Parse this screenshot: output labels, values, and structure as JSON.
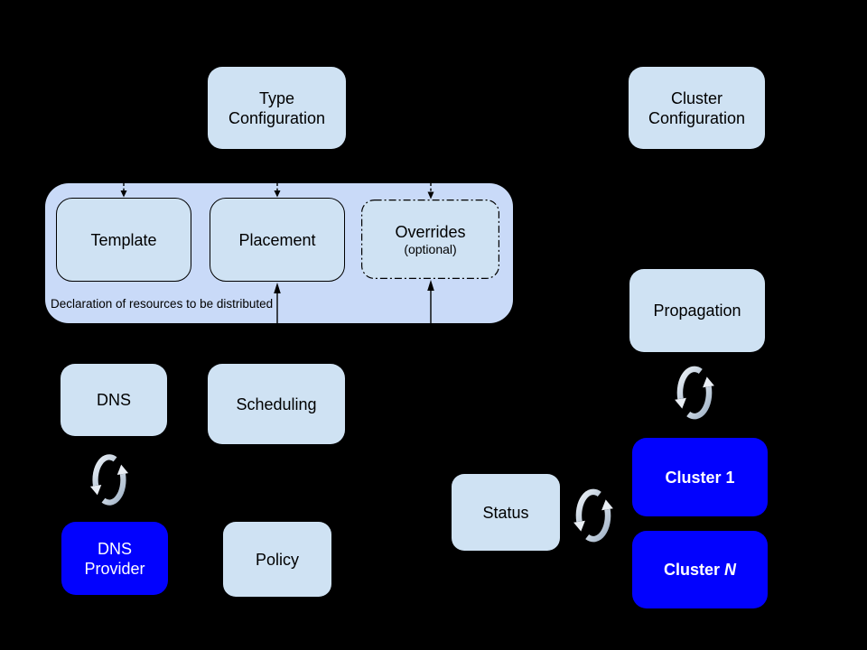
{
  "colors": {
    "background": "#000000",
    "box_fill": "#cfe2f3",
    "container_fill": "#c9daf8",
    "cluster_fill": "#0202fe",
    "cluster_text": "#ffffff",
    "connector": "#000000",
    "sync_light": "#eef3f8",
    "sync_dark": "#9db0c5",
    "sync_arrowhead": "#e9eef4"
  },
  "boxes": {
    "type_configuration": {
      "label": "Type\nConfiguration"
    },
    "cluster_configuration": {
      "label": "Cluster\nConfiguration"
    },
    "template": {
      "label": "Template"
    },
    "placement": {
      "label": "Placement"
    },
    "overrides": {
      "label": "Overrides",
      "sublabel": "(optional)"
    },
    "dns": {
      "label": "DNS"
    },
    "scheduling": {
      "label": "Scheduling"
    },
    "propagation": {
      "label": "Propagation"
    },
    "dns_provider": {
      "label": "DNS\nProvider"
    },
    "policy": {
      "label": "Policy"
    },
    "status": {
      "label": "Status"
    },
    "cluster_1": {
      "label": "Cluster 1"
    },
    "cluster_n": {
      "prefix": "Cluster ",
      "suffix": "N"
    }
  },
  "container": {
    "caption": "Declaration of resources to be distributed"
  },
  "icons": {
    "sync": "sync-icon (two circular arrows)"
  }
}
